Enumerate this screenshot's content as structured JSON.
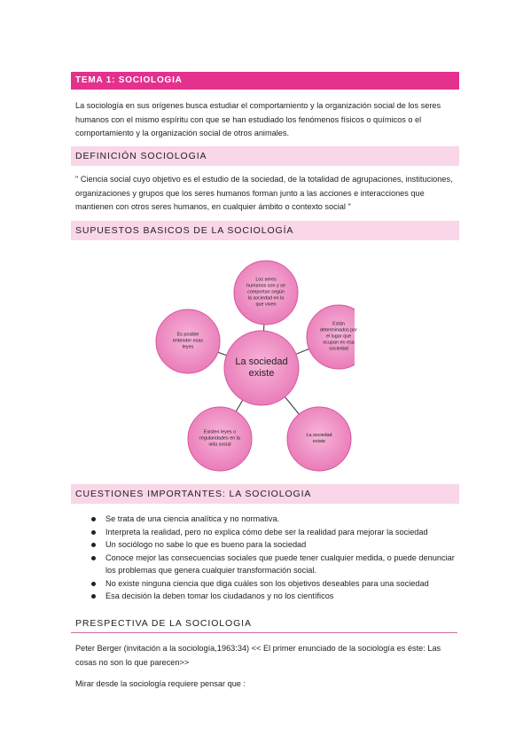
{
  "title": "TEMA 1: SOCIOLOGIA",
  "intro": "La sociología en sus orígenes busca estudiar el comportamiento y la organización social de los seres humanos con el mismo espíritu con que se han estudiado los fenómenos físicos o químicos o el comportamiento y la organización social de otros animales.",
  "definicion": {
    "heading": "DEFINICIÓN SOCIOLOGIA",
    "text": "\" Ciencia social cuyo objetivo es el estudio de la sociedad, de la totalidad de agrupaciones, instituciones, organizaciones y grupos que los seres humanos forman junto a las acciones e interacciones que mantienen con otros seres humanos, en cualquier ámbito o contexto social \""
  },
  "supuestos": {
    "heading": "SUPUESTOS BASICOS DE LA SOCIOLOGÍA",
    "center": "La sociedad existe",
    "nodes": [
      "Los seres humanos son y se comportan según la sociedad en la que viven",
      "Están determinados por el lugar que ocupan en esa sociedad",
      "La sociedad existe",
      "Existen leyes o regularidades en la vida social",
      "Es posible entender esas leyes"
    ]
  },
  "cuestiones": {
    "heading": "CUESTIONES IMPORTANTES: LA SOCIOLOGIA",
    "items": [
      "Se trata de una ciencia analítica y no normativa.",
      "Interpreta la realidad, pero no explica cómo debe ser la realidad para mejorar la sociedad",
      "Un sociólogo no sabe lo que es bueno para la sociedad",
      "Conoce mejor las consecuencias sociales que puede tener cualquier medida, o puede denunciar los problemas que genera cualquier transformación social.",
      "No existe ninguna ciencia que diga cuáles son los objetivos deseables para una sociedad",
      "Esa decisión la deben tomar los ciudadanos y no los científicos"
    ]
  },
  "prespectiva": {
    "heading": "PRESPECTIVA DE LA SOCIOLOGIA",
    "quote": "Peter Berger (invitación a la sociología,1963:34) << El primer enunciado de la sociología es éste: Las cosas no son lo que parecen>>",
    "mirar": "Mirar desde la sociología requiere pensar que :"
  },
  "colors": {
    "accent": "#e3318d",
    "light": "#f9d6e8",
    "node_fill": "#f08cc2",
    "node_stroke": "#d9559e"
  }
}
